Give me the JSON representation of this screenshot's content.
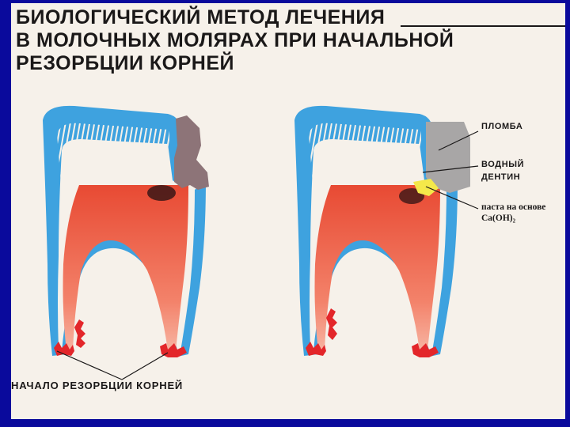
{
  "title": {
    "line1": "БИОЛОГИЧЕСКИЙ МЕТОД ЛЕЧЕНИЯ",
    "line2": "В МОЛОЧНЫХ МОЛЯРАХ ПРИ НАЧАЛЬНОЙ",
    "line3": "РЕЗОРБЦИИ  КОРНЕЙ"
  },
  "labels": {
    "filling": "ПЛОМБА",
    "water_dentin_1": "ВОДНЫЙ",
    "water_dentin_2": "ДЕНТИН",
    "paste_1": "паста на основе",
    "paste_2": "Ca(OH)₂",
    "caption": "НАЧАЛО  РЕЗОРБЦИИ  КОРНЕЙ"
  },
  "colors": {
    "frame": "#0a0a9c",
    "background": "#f6f1ea",
    "enamel": "#3ea2df",
    "pulp": "#f0674f",
    "decay": "#8d7478",
    "filling": "#a8a6a6",
    "paste": "#f4e84a",
    "resorption": "#e3262a",
    "text": "#1a1818"
  }
}
